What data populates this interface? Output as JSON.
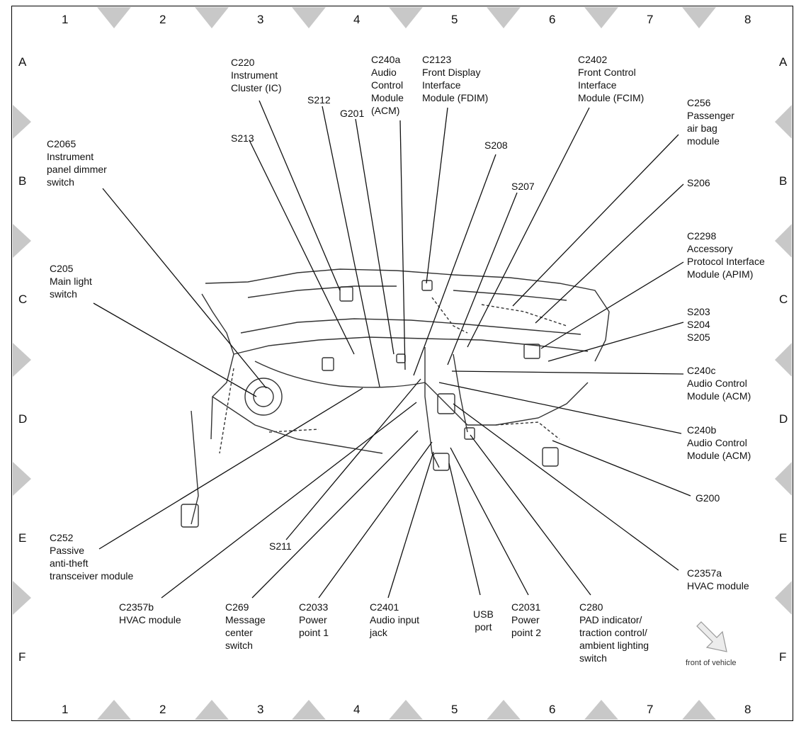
{
  "grid": {
    "columns": [
      "1",
      "2",
      "3",
      "4",
      "5",
      "6",
      "7",
      "8"
    ],
    "rows": [
      "A",
      "B",
      "C",
      "D",
      "E",
      "F"
    ]
  },
  "callouts": [
    {
      "id": "c220",
      "text": "C220\nInstrument\nCluster (IC)"
    },
    {
      "id": "c240a",
      "text": "C240a\nAudio\nControl\nModule\n(ACM)"
    },
    {
      "id": "c2123",
      "text": "C2123\nFront Display\nInterface\nModule (FDIM)"
    },
    {
      "id": "c2402",
      "text": "C2402\nFront Control\nInterface\nModule (FCIM)"
    },
    {
      "id": "s212",
      "text": "S212"
    },
    {
      "id": "g201",
      "text": "G201"
    },
    {
      "id": "c256",
      "text": "C256\nPassenger\nair bag\nmodule"
    },
    {
      "id": "s213",
      "text": "S213"
    },
    {
      "id": "c2065",
      "text": "C2065\nInstrument\npanel dimmer\nswitch"
    },
    {
      "id": "s208",
      "text": "S208"
    },
    {
      "id": "s207",
      "text": "S207"
    },
    {
      "id": "s206",
      "text": "S206"
    },
    {
      "id": "c2298",
      "text": "C2298\nAccessory\nProtocol Interface\nModule (APIM)"
    },
    {
      "id": "c205",
      "text": "C205\nMain light\nswitch"
    },
    {
      "id": "s203",
      "text": "S203\nS204\nS205"
    },
    {
      "id": "c240c",
      "text": "C240c\nAudio Control\nModule (ACM)"
    },
    {
      "id": "c240b",
      "text": "C240b\nAudio Control\nModule (ACM)"
    },
    {
      "id": "g200",
      "text": "G200"
    },
    {
      "id": "c252",
      "text": "C252\nPassive\nanti-theft\ntransceiver module"
    },
    {
      "id": "s211",
      "text": "S211"
    },
    {
      "id": "c2357a",
      "text": "C2357a\nHVAC module"
    },
    {
      "id": "c2357b",
      "text": "C2357b\nHVAC module"
    },
    {
      "id": "c269",
      "text": "C269\nMessage\ncenter\nswitch"
    },
    {
      "id": "c2033",
      "text": "C2033\nPower\npoint 1"
    },
    {
      "id": "c2401",
      "text": "C2401\nAudio input\njack"
    },
    {
      "id": "usb",
      "text": "USB\nport"
    },
    {
      "id": "c2031",
      "text": "C2031\nPower\npoint 2"
    },
    {
      "id": "c280",
      "text": "C280\nPAD indicator/\ntraction control/\nambient lighting\nswitch"
    }
  ],
  "orientation": {
    "label": "front of vehicle"
  },
  "colors": {
    "line": "#111111",
    "marker": "#c8c8c8",
    "harness": "#333333"
  }
}
